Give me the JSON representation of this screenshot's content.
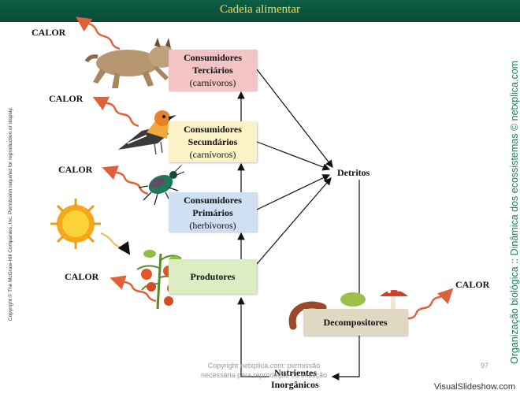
{
  "header": {
    "title": "Cadeia alimentar"
  },
  "nodes": {
    "terciarios": {
      "line1": "Consumidores",
      "line2": "Terciários",
      "line3": "(carnívoros)"
    },
    "secundarios": {
      "line1": "Consumidores",
      "line2": "Secundários",
      "line3": "(carnívoros)"
    },
    "primarios": {
      "line1": "Consumidores",
      "line2": "Primários",
      "line3": "(herbívoros)"
    },
    "produtores": "Produtores",
    "detritos": "Detritos",
    "decompositores": "Decompositores",
    "nutrientes_line1": "Nutrientes",
    "nutrientes_line2": "Inorgânicos"
  },
  "heat_label": "CALOR",
  "side_text_right": "Organização biológica :: Dinâmica dos ecossistemas © netxplica.com",
  "side_text_left": "Copyright © The McGraw-Hill Companies, Inc. Permission required for reproduction or display.",
  "watermark_line1": "Copyright netxplica.com: permissão",
  "watermark_line2": "necessária para reprodução ou exibição",
  "page_number": "97",
  "footer_brand": "VisualSlideshow.com",
  "colors": {
    "header_bg": "#0f5e46",
    "title_text": "#f4e04a",
    "heat_arrow": "#e0603a",
    "side_text": "#1f7a5f"
  }
}
